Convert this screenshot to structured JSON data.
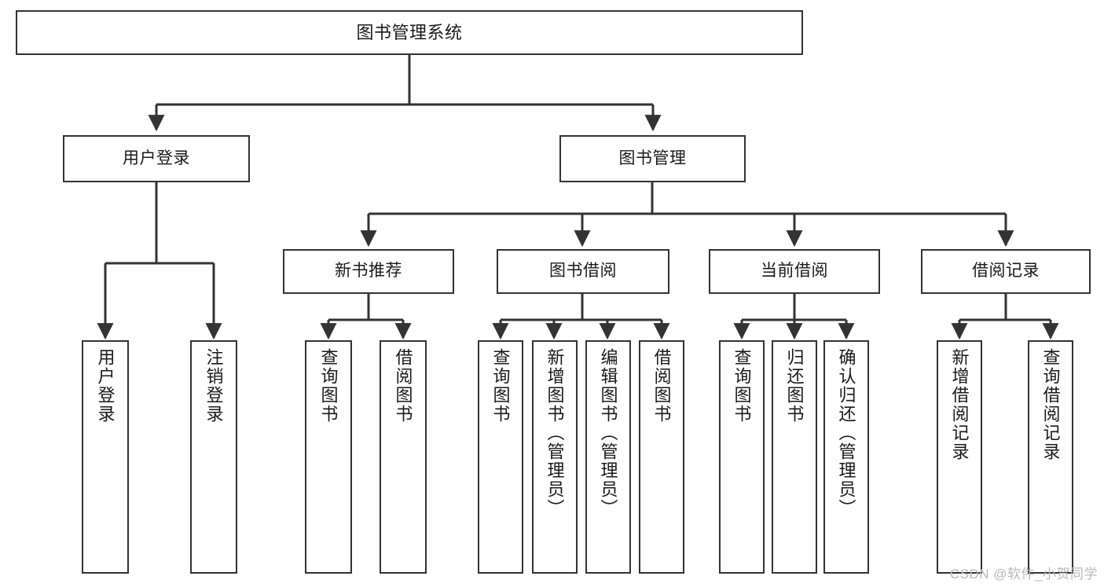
{
  "diagram": {
    "title": "图书管理系统",
    "type": "tree",
    "watermark": "CSDN @软件_小贺同学",
    "colors": {
      "border": "#333333",
      "fill": "#ffffff",
      "text": "#1a1a1a",
      "watermark": "#b9b9b9",
      "background": "#ffffff"
    },
    "nodes": {
      "root": {
        "label": "图书管理系统"
      },
      "level1": [
        {
          "id": "user-login",
          "label": "用户登录"
        },
        {
          "id": "book-manage",
          "label": "图书管理"
        }
      ],
      "level2": [
        {
          "id": "new-book-recommend",
          "label": "新书推荐"
        },
        {
          "id": "book-borrow",
          "label": "图书借阅"
        },
        {
          "id": "current-borrow",
          "label": "当前借阅"
        },
        {
          "id": "borrow-record",
          "label": "借阅记录"
        }
      ],
      "leaves": {
        "user-login": [
          {
            "id": "leaf-user-login",
            "label": "用户登录"
          },
          {
            "id": "leaf-user-logout",
            "label": "注销登录"
          }
        ],
        "new-book-recommend": [
          {
            "id": "leaf-query-book-1",
            "label": "查询图书"
          },
          {
            "id": "leaf-borrow-book-1",
            "label": "借阅图书"
          }
        ],
        "book-borrow": [
          {
            "id": "leaf-query-book-2",
            "label": "查询图书"
          },
          {
            "id": "leaf-add-book",
            "label": "新增图书（管理员）"
          },
          {
            "id": "leaf-edit-book",
            "label": "编辑图书（管理员）"
          },
          {
            "id": "leaf-borrow-book-2",
            "label": "借阅图书"
          }
        ],
        "current-borrow": [
          {
            "id": "leaf-query-book-3",
            "label": "查询图书"
          },
          {
            "id": "leaf-return-book",
            "label": "归还图书"
          },
          {
            "id": "leaf-confirm-return",
            "label": "确认归还（管理员）"
          }
        ],
        "borrow-record": [
          {
            "id": "leaf-add-record",
            "label": "新增借阅记录"
          },
          {
            "id": "leaf-query-record",
            "label": "查询借阅记录"
          }
        ]
      }
    }
  }
}
